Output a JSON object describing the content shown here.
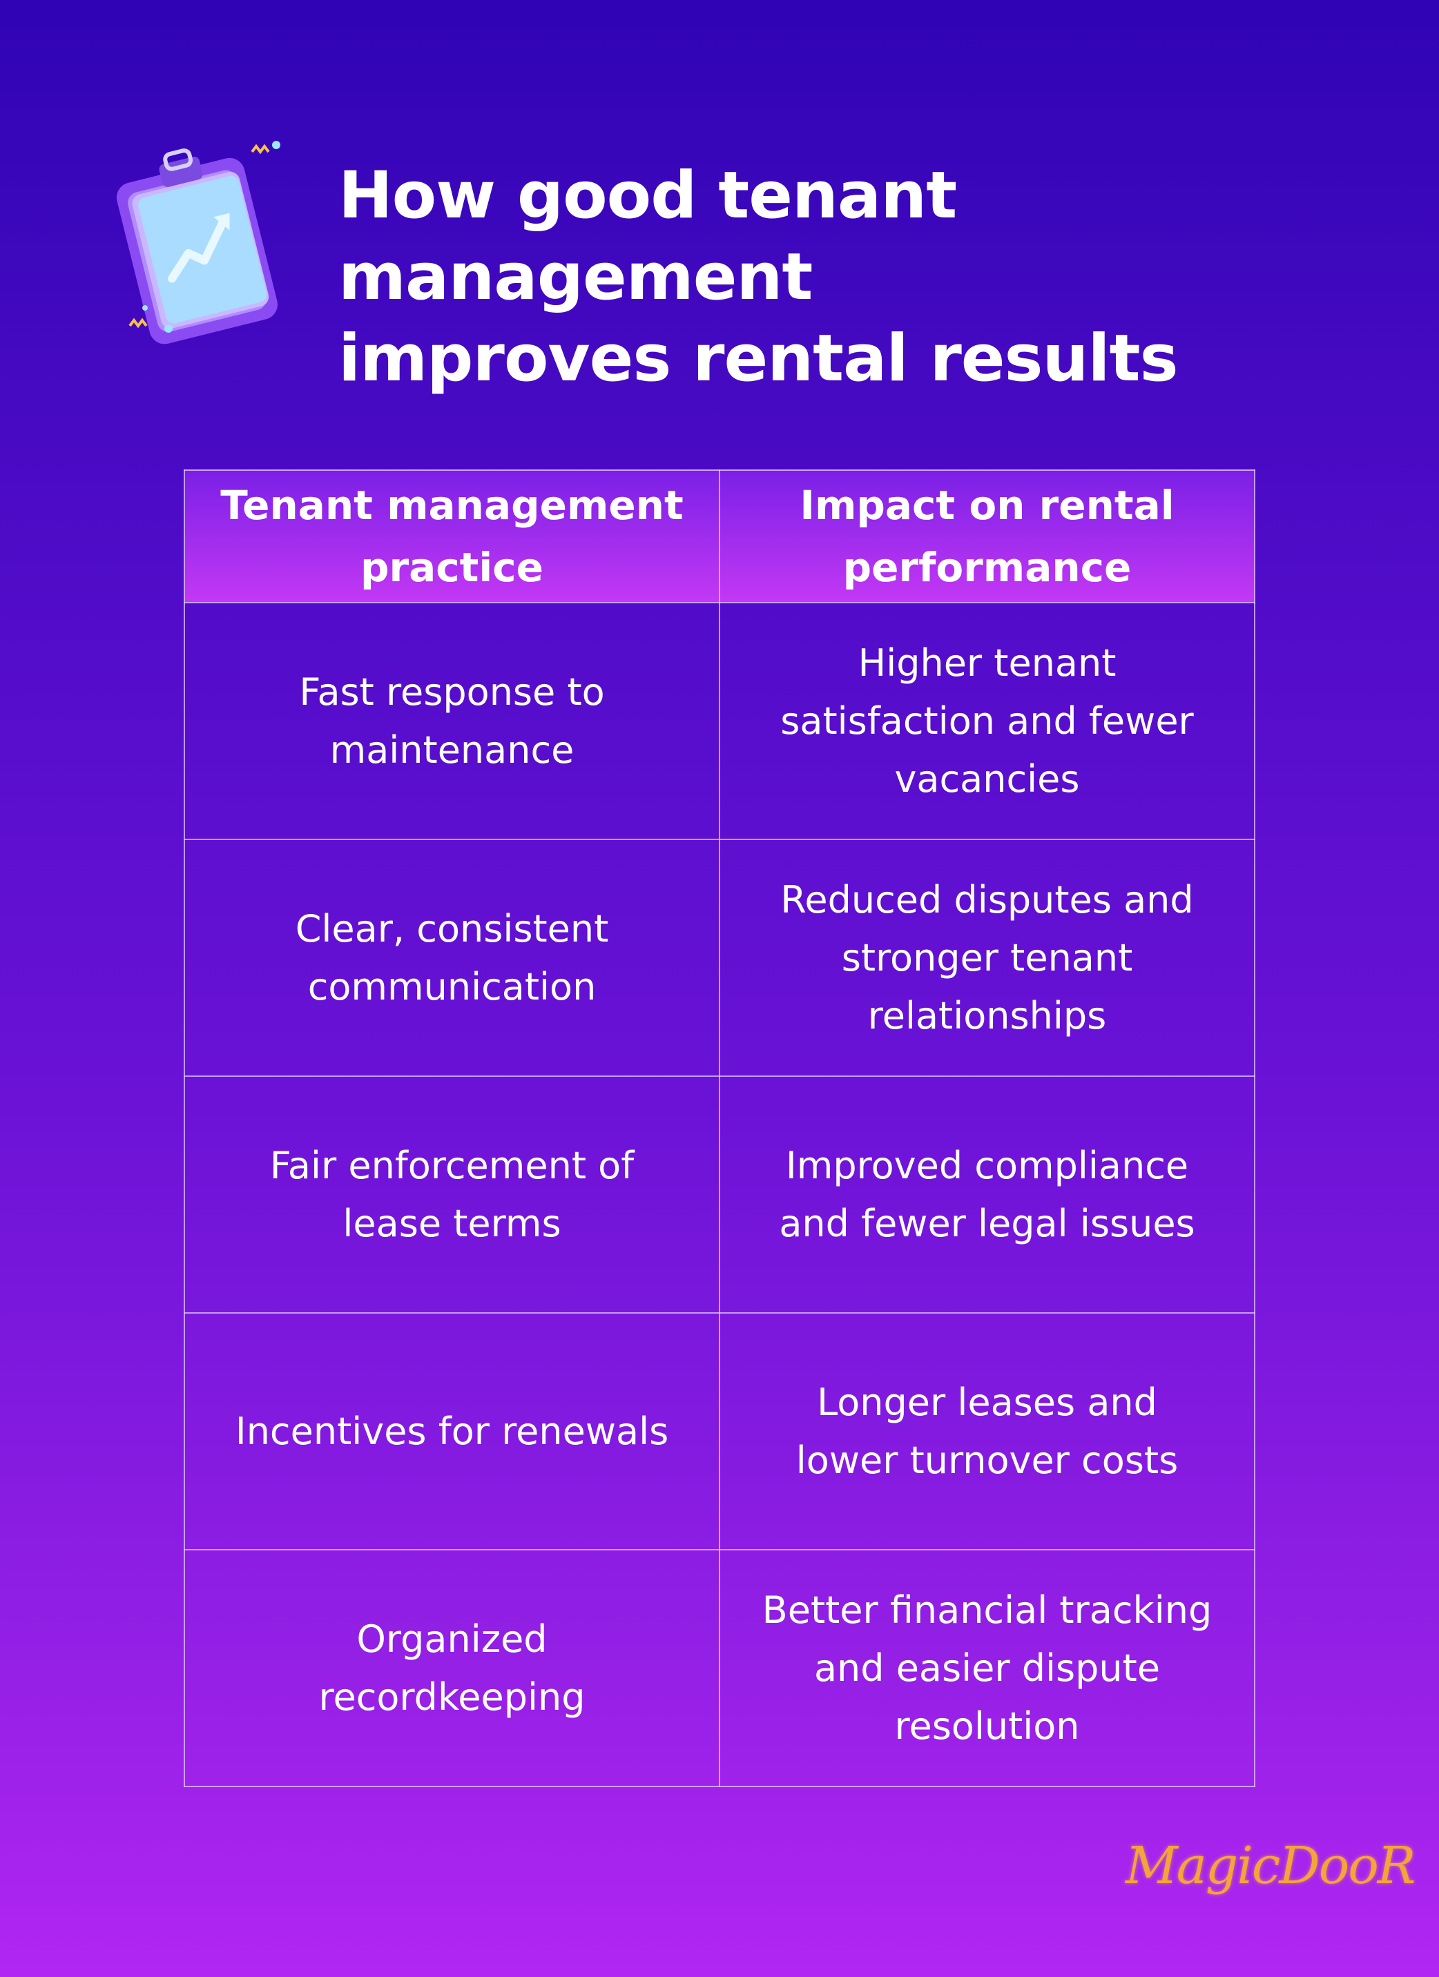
{
  "title": {
    "line1": "How good tenant management",
    "line2": "improves rental results"
  },
  "table": {
    "headers": [
      "Tenant management practice",
      "Impact on rental performance"
    ],
    "rows": [
      {
        "practice": "Fast response to maintenance",
        "impact": "Higher tenant satisfaction and fewer vacancies"
      },
      {
        "practice": "Clear, consistent communication",
        "impact": "Reduced disputes and stronger tenant relationships"
      },
      {
        "practice": "Fair enforcement of lease terms",
        "impact": "Improved compliance and fewer legal issues"
      },
      {
        "practice": "Incentives for renewals",
        "impact": "Longer leases and lower turnover costs"
      },
      {
        "practice": "Organized recordkeeping",
        "impact": "Better financial tracking and easier dispute resolution"
      }
    ]
  },
  "logo": {
    "text": "MagicDooR"
  },
  "icons": {
    "header_icon": "clipboard-chart-icon"
  },
  "colors": {
    "background_top": "#2f04b4",
    "background_bottom": "#b126f2",
    "header_cell_top": "#7b20e6",
    "header_cell_bottom": "#c338f4",
    "logo": "#f3a53a"
  }
}
